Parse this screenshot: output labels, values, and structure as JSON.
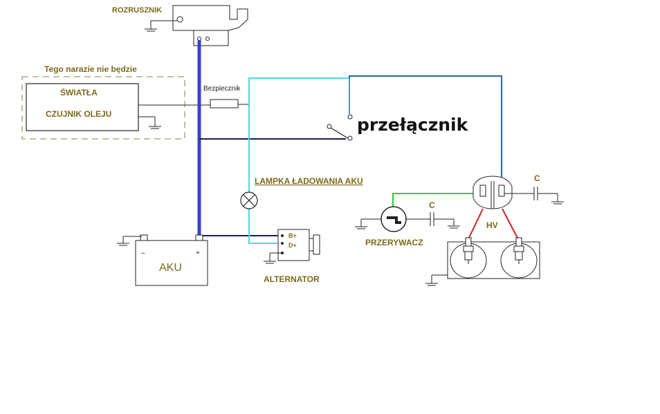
{
  "labels": {
    "rozrusznik": "ROZRUSZNIK",
    "tego_narazie": "Tego narazie nie będzie",
    "swiatla": "ŚWIATŁA",
    "czujnik_oleju": "CZUJNIK OLEJU",
    "bezpiecznik": "Bezpiecznik",
    "przelacznik": "przełącznik",
    "lampka": "LAMPKA ŁADOWANIA AKU",
    "aku": "AKU",
    "aku_minus": "–",
    "aku_plus": "+",
    "b_plus": "B+",
    "d_plus": "D+",
    "alternator": "ALTERNATOR",
    "przerywacz": "PRZERYWACZ",
    "c1": "C",
    "c2": "C",
    "hv": "HV"
  },
  "colors": {
    "main_wire": "#3344cc",
    "cyan_wire": "#44dddd",
    "blue_wire": "#2266aa",
    "navy_wire": "#1a1a5a",
    "green_wire": "#33cc33",
    "red_wire": "#cc2222",
    "label": "#7a6a1a"
  }
}
